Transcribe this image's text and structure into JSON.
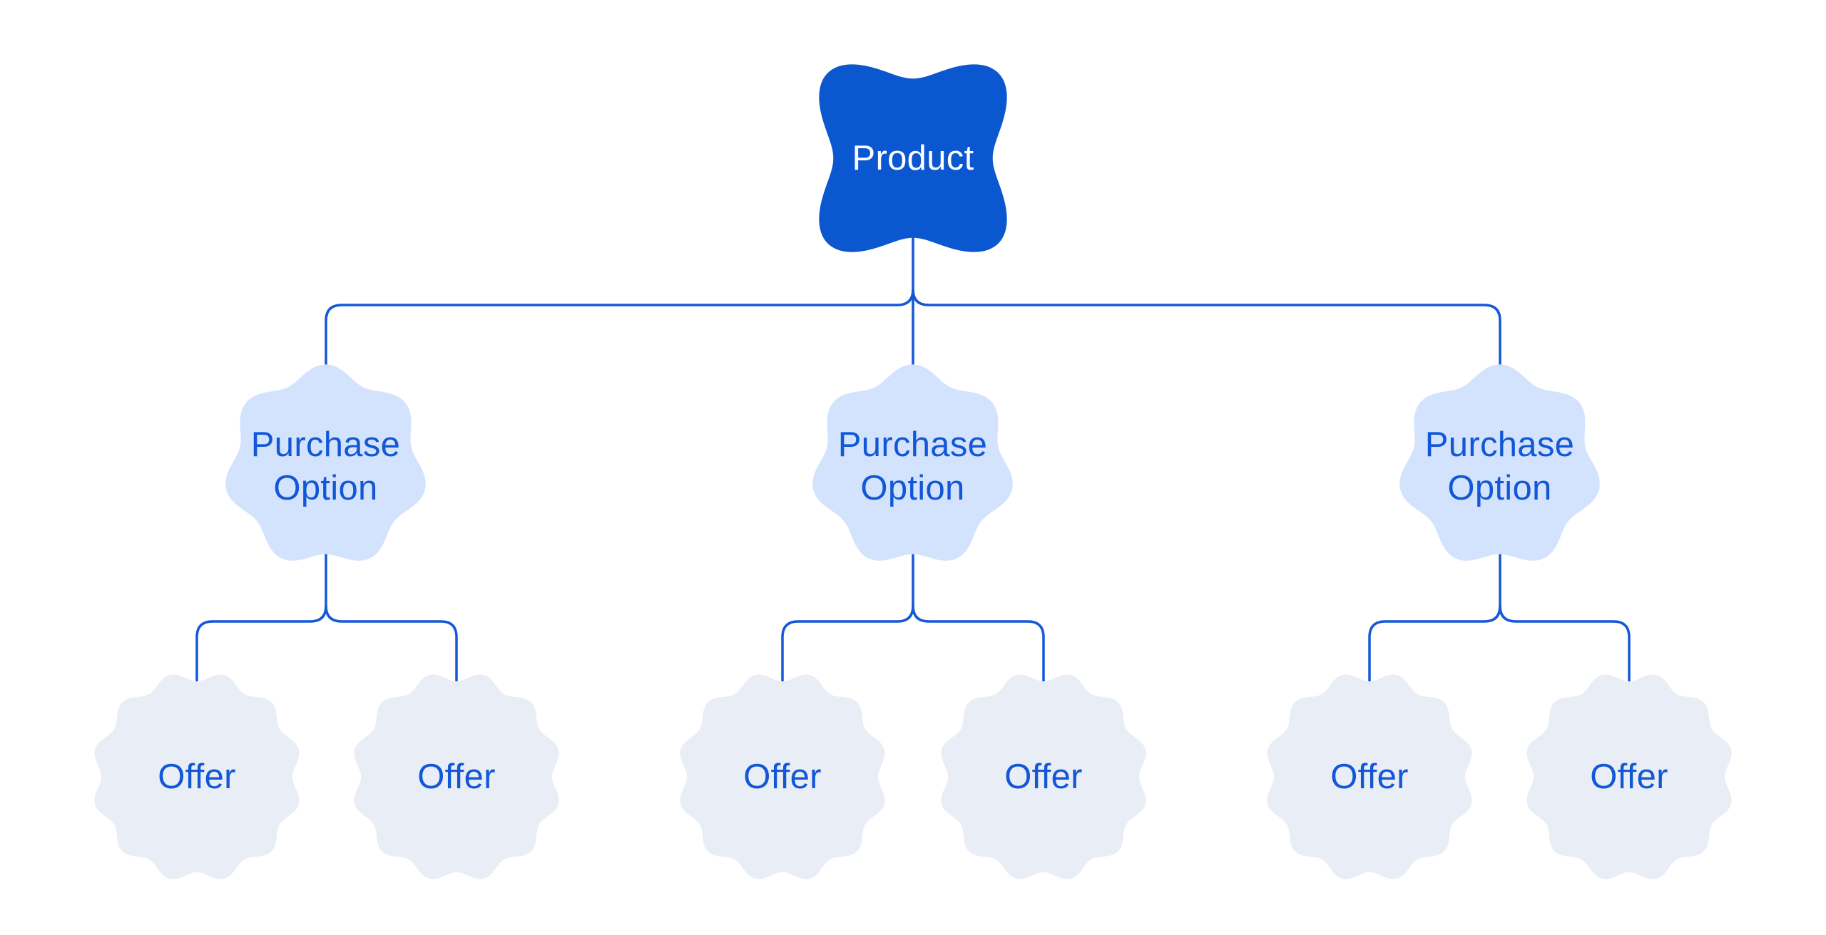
{
  "colors": {
    "background": "#ffffff",
    "product_fill": "#0b57d0",
    "product_text": "#ffffff",
    "purchase_fill": "#d3e3fd",
    "offer_fill": "#e9edf6",
    "node_text": "#1257d6",
    "connector": "#1458d8"
  },
  "nodes": {
    "product": {
      "label": "Product"
    },
    "purchase_options": [
      {
        "label": "Purchase Option"
      },
      {
        "label": "Purchase Option"
      },
      {
        "label": "Purchase Option"
      }
    ],
    "offers": [
      {
        "label": "Offer"
      },
      {
        "label": "Offer"
      },
      {
        "label": "Offer"
      },
      {
        "label": "Offer"
      },
      {
        "label": "Offer"
      },
      {
        "label": "Offer"
      }
    ]
  }
}
